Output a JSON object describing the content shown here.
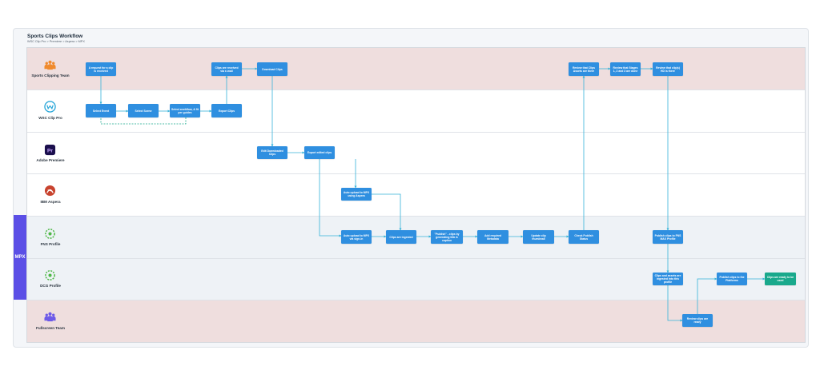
{
  "header": {
    "title": "Sports Clips Workflow",
    "subtitle": "WSC Clip Pro > Premiere > Aspera > MPX"
  },
  "mpx_label": "MPX",
  "lanes": [
    {
      "label": "Sports Clipping Team",
      "icon": "team-icon"
    },
    {
      "label": "WSC Clip Pro",
      "icon": "wsc-logo-icon"
    },
    {
      "label": "Adobe Premiere",
      "icon": "premiere-logo-icon"
    },
    {
      "label": "IBM Aspera",
      "icon": "aspera-logo-icon"
    },
    {
      "label": "FNS Profile",
      "icon": "gear-icon"
    },
    {
      "label": "DCG Profile",
      "icon": "gear-icon"
    },
    {
      "label": "Fullscreen Team",
      "icon": "team-icon"
    }
  ],
  "nodes": {
    "request": "A request for a clip is received",
    "clips_received": "Clips are received via e-mail",
    "download": "Download Clips",
    "review_assets": "Review that Clips Assets are there",
    "review_stages": "Review that Stages 1, 2 and 3 are done",
    "review_mpx": "Review that clip(s) HD is there",
    "select_event": "Select Event",
    "select_scene": "Select Scene",
    "select_workflow": "Select workflow, & fit per guides",
    "export_clips": "Export Clips",
    "edit_downloaded": "Edit Downloaded Clips",
    "export_edited": "Export edited clips",
    "aspera_upload": "Auto upload to MPX using Aspera",
    "mpx_upload": "Auto upload to MPX via sign-in",
    "clips_ingested": "Clips are ingested",
    "publish": "\"Publish\" - clips by generating title & caption",
    "add_metadata": "Add required Metadata",
    "update_thumb": "Update clip thumbnail",
    "check_publish": "Check Publish Status",
    "publish_fns": "Publish clips to FNS MAX Profile",
    "clips_ingested_dcg": "Clips and assets are ingested into this profile",
    "review_ready": "Review clips are ready",
    "publish_platforms": "Publish clips to the Platforms",
    "clips_live": "Clips are ready to be used"
  },
  "colors": {
    "node": "#2f8fe0",
    "node_final": "#19a98c",
    "connector": "#36b3d9",
    "mpx_band": "#5b4fe6",
    "team_lane": "#efdede"
  }
}
